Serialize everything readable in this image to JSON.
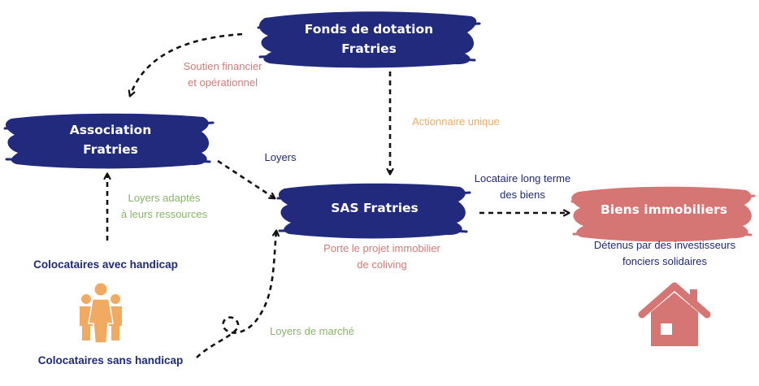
{
  "nodes": {
    "fonds": {
      "line1": "Fonds de dotation",
      "line2": "Fratries"
    },
    "association": {
      "line1": "Association",
      "line2": "Fratries"
    },
    "sas": {
      "label": "SAS Fratries"
    },
    "biens": {
      "label": "Biens immobiliers"
    }
  },
  "edges": {
    "soutien": {
      "line1": "Soutien financier",
      "line2": "et opérationnel"
    },
    "actionnaire": {
      "label": "Actionnaire unique"
    },
    "loyers": {
      "label": "Loyers"
    },
    "locataire": {
      "line1": "Locataire long terme",
      "line2": "des biens"
    },
    "loyers_adaptes": {
      "line1": "Loyers adaptés",
      "line2": "à leurs ressources"
    },
    "loyers_marche": {
      "label": "Loyers de marché"
    }
  },
  "annotations": {
    "sas_desc": {
      "line1": "Porte le projet immobilier",
      "line2": "de coliving"
    },
    "biens_desc": {
      "line1": "Détenus par des investisseurs",
      "line2": "fonciers solidaires"
    }
  },
  "groups": {
    "avec_handicap": "Colocataires avec handicap",
    "sans_handicap": "Colocataires sans handicap"
  },
  "icons": {
    "people": "people-group-icon",
    "house": "house-icon"
  },
  "colors": {
    "navy": "#1f2a7a",
    "pink": "#d47a77",
    "orange": "#f0aa62",
    "green": "#88b46a",
    "arrow": "#111111"
  }
}
